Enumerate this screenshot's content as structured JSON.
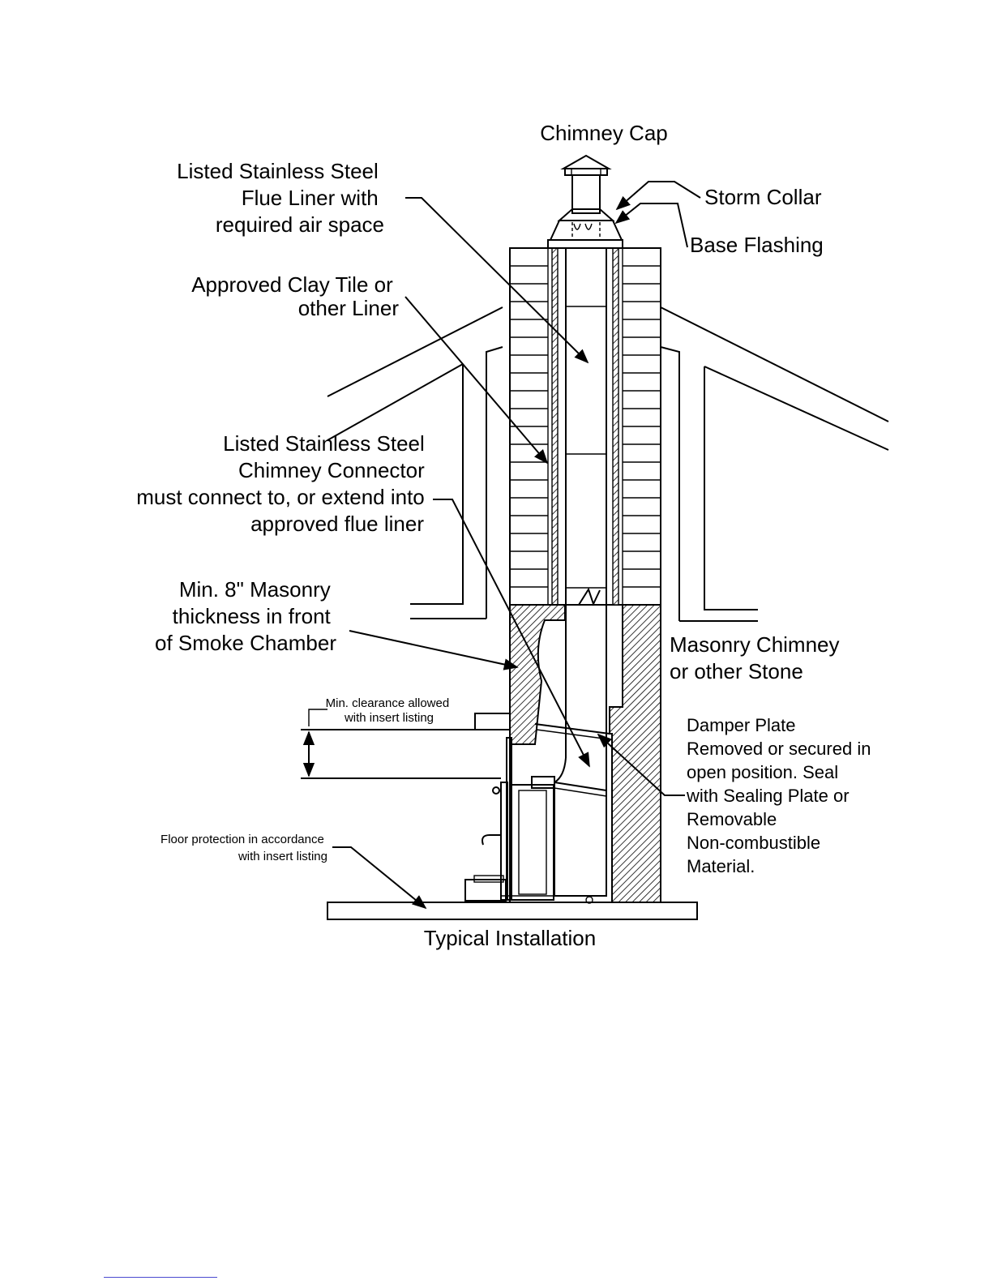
{
  "labels": {
    "chimney_cap": "Chimney Cap",
    "flue_liner": [
      "Listed Stainless Steel",
      "Flue Liner with",
      "required air space"
    ],
    "storm_collar": "Storm Collar",
    "base_flashing": "Base Flashing",
    "clay_tile": [
      "Approved Clay Tile or",
      "other Liner"
    ],
    "connector": [
      "Listed Stainless Steel",
      "Chimney Connector",
      "must connect to, or extend into",
      "approved flue liner"
    ],
    "masonry_min": [
      "Min. 8\" Masonry",
      "thickness in front",
      "of Smoke Chamber"
    ],
    "masonry_chimney": [
      "Masonry Chimney",
      "or other Stone"
    ],
    "min_clearance": [
      "Min. clearance allowed",
      "with insert listing"
    ],
    "damper": [
      "Damper Plate",
      "Removed or secured in",
      "open position. Seal",
      "with Sealing Plate or",
      "Removable",
      "Non-combustible",
      "Material."
    ],
    "floor_protection": [
      "Floor protection in accordance",
      "with insert listing"
    ],
    "caption": "Typical Installation"
  }
}
